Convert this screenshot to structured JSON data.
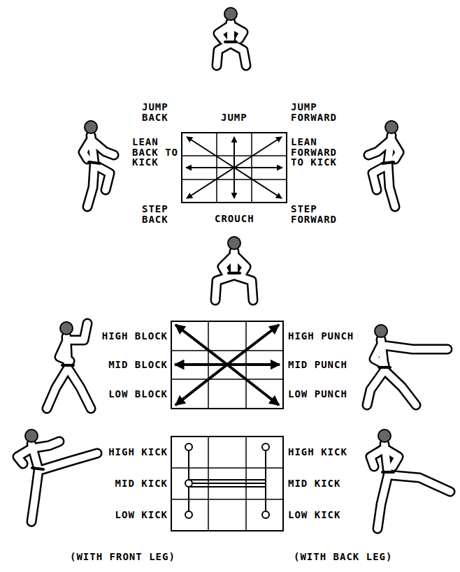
{
  "diagram": {
    "labels": [
      "JUMP BACK",
      "JUMP",
      "JUMP FORWARD",
      "LEAN BACK TO KICK",
      "LEAN FORWARD TO KICK",
      "STEP BACK",
      "CROUCH",
      "STEP FORWARD",
      "HIGH BLOCK",
      "MID BLOCK",
      "LOW BLOCK",
      "HIGH PUNCH",
      "MID PUNCH",
      "LOW PUNCH",
      "HIGH KICK",
      "MID KICK",
      "LOW KICK",
      "HIGH KICK",
      "MID KICK",
      "LOW KICK",
      "(WITH FRONT LEG)",
      "(WITH BACK LEG)"
    ]
  }
}
